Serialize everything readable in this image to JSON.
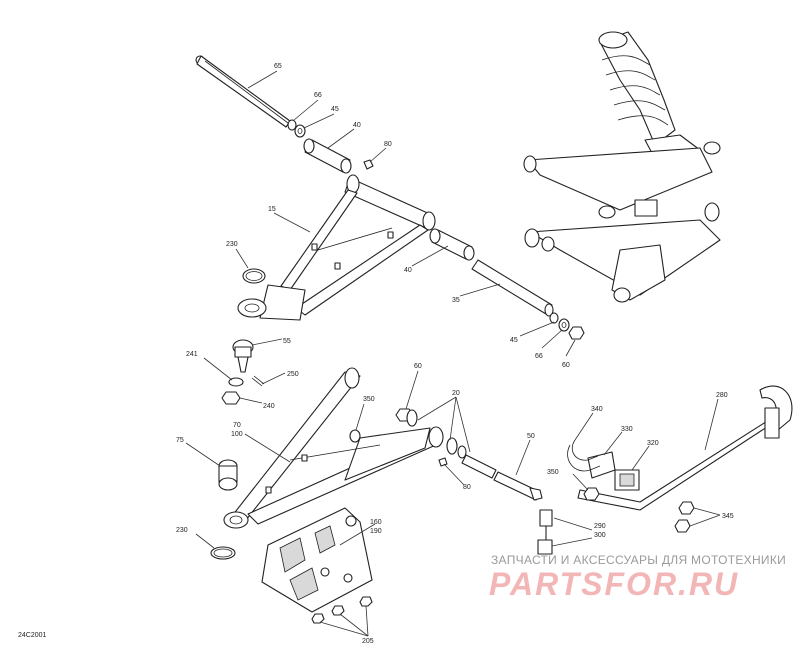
{
  "diagram": {
    "code": "24C2001",
    "callouts": {
      "c65": "65",
      "c66a": "66",
      "c45a": "45",
      "c40a": "40",
      "c80a": "80",
      "c15": "15",
      "c230a": "230",
      "c40b": "40",
      "c35": "35",
      "c45b": "45",
      "c66b": "66",
      "c60a": "60",
      "c55": "55",
      "c241": "241",
      "c250": "250",
      "c240": "240",
      "c60b": "60",
      "c20": "20",
      "c350a": "350",
      "c70": "70",
      "c100": "100",
      "c75": "75",
      "c80b": "80",
      "c50": "50",
      "c340": "340",
      "c330": "330",
      "c320": "320",
      "c280": "280",
      "c350b": "350",
      "c345": "345",
      "c290": "290",
      "c300": "300",
      "c230b": "230",
      "c160": "160",
      "c190": "190",
      "c205": "205"
    }
  },
  "watermark": {
    "subtitle": "ЗАПЧАСТИ И АКСЕССУАРЫ ДЛЯ МОТОТЕХНИКИ",
    "brand": "PartsFor.ru"
  },
  "colors": {
    "line": "#222222",
    "watermark_brand": "#f2b6b6",
    "watermark_text": "#9a9a9a"
  }
}
